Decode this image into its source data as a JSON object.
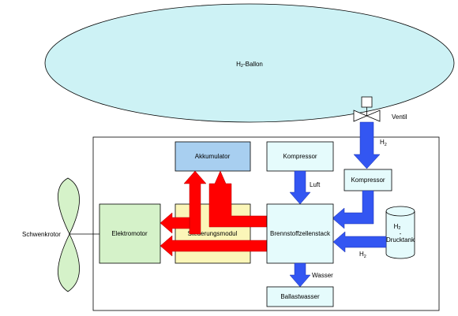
{
  "diagram": {
    "balloon": {
      "main": "H",
      "sub": "2",
      "rest": "-Ballon"
    },
    "valve_label": "Ventil",
    "h2_pipe_label": {
      "main": "H",
      "sub": "2"
    },
    "akkumulator": "Akkumulator",
    "kompressor_air": "Kompressor",
    "kompressor_h2": "Kompressor",
    "luft_label": "Luft",
    "elektromotor": "Elektromotor",
    "steuerungsmodul": "Steuerungsmodul",
    "brennstoffzellenstack": "Brennstoffzellenstack",
    "drucktank": {
      "main": "H",
      "sub": "2",
      "dash": "-",
      "rest": "Drucktank"
    },
    "h2_tank_label": {
      "main": "H",
      "sub": "2"
    },
    "wasser_label": "Wasser",
    "ballastwasser": "Ballastwasser",
    "schwenkrotor": "Schwenkrotor"
  },
  "colors": {
    "balloon_fill": "#cdf2f5",
    "akkumulator_fill": "#a8cff0",
    "box_fill_light": "#e5fbfc",
    "elektromotor_fill": "#d5f2c9",
    "steuerung_fill": "#fbf6b8",
    "rotor_fill": "#d5f2c9",
    "arrow_blue": "#3356f2",
    "arrow_red": "#ff0000"
  }
}
